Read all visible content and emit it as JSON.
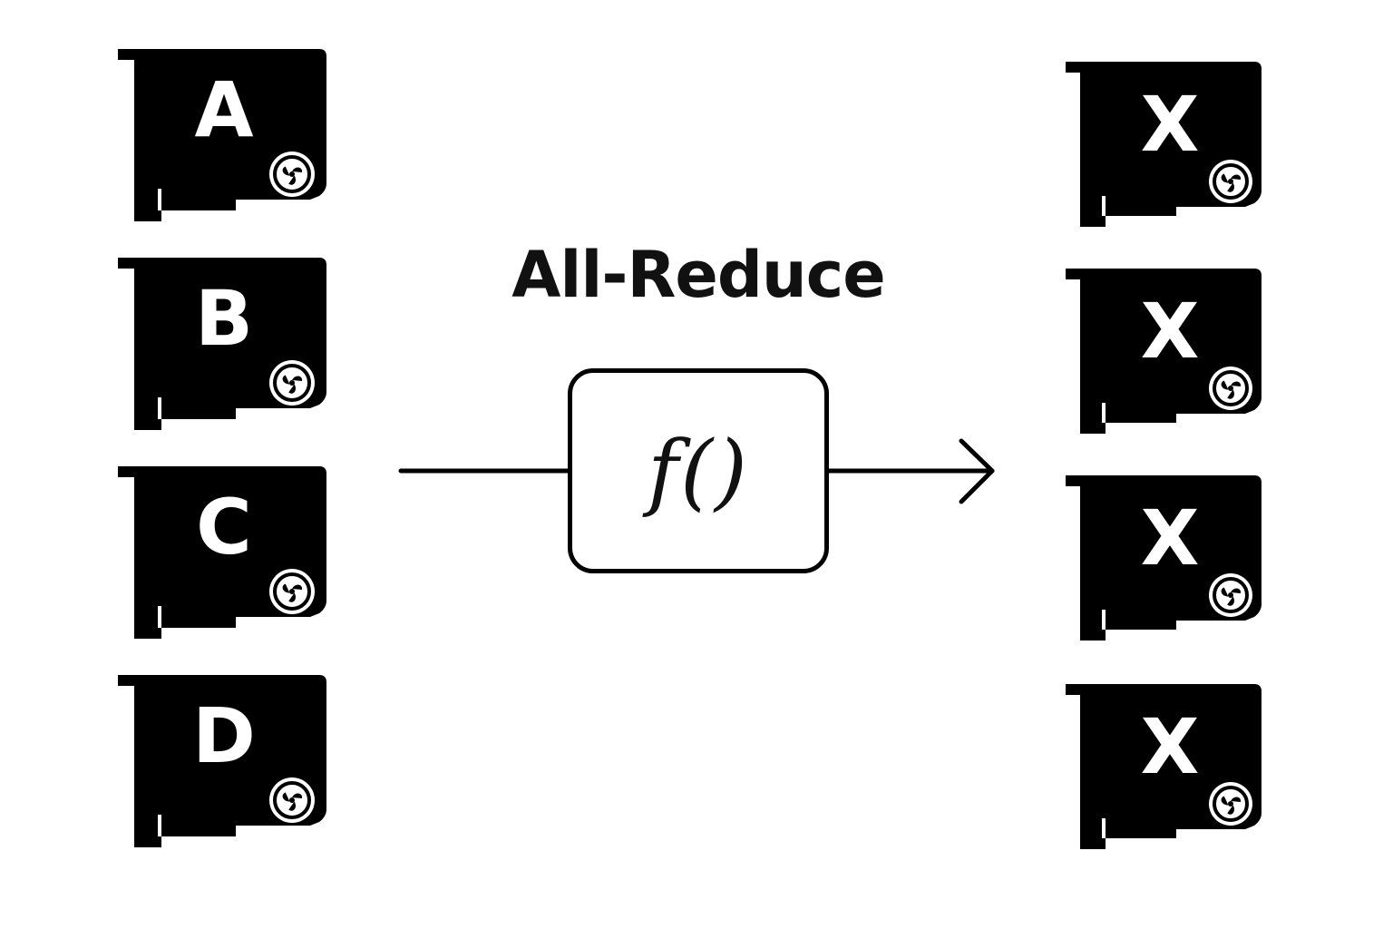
{
  "title": "All-Reduce",
  "function_label": "f()",
  "inputs": [
    {
      "label": "A"
    },
    {
      "label": "B"
    },
    {
      "label": "C"
    },
    {
      "label": "D"
    }
  ],
  "outputs": [
    {
      "label": "X"
    },
    {
      "label": "X"
    },
    {
      "label": "X"
    },
    {
      "label": "X"
    }
  ],
  "colors": {
    "card": "#000000",
    "card_text": "#ffffff",
    "background": "#ffffff",
    "stroke": "#000000"
  },
  "icons": {
    "card": "gpu-card-icon",
    "fan": "fan-icon",
    "arrow": "arrow-right-icon"
  }
}
